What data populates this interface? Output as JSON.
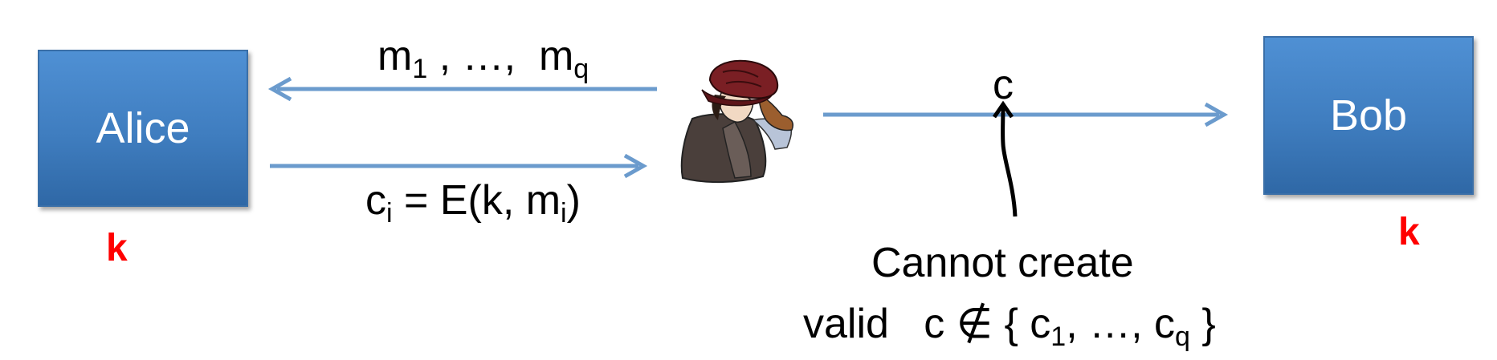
{
  "alice": {
    "label": "Alice",
    "key": "k"
  },
  "bob": {
    "label": "Bob",
    "key": "k"
  },
  "queries": {
    "m_base": "m",
    "m_first_sub": "1",
    "m_middle": " , …,  ",
    "m_last_base": "m",
    "m_last_sub": "q"
  },
  "ciphertexts": {
    "c_base": "c",
    "c_sub": "i",
    "middle": " = E(k, m",
    "m_sub": "i",
    "end": ")"
  },
  "forgery": {
    "label": "c"
  },
  "caption": {
    "line1": "Cannot create",
    "line2_prefix": "valid   c ∉ { c",
    "c1_sub": "1",
    "mid": ", …, c",
    "cq_sub": "q",
    "end": " }"
  },
  "colors": {
    "arrow": "#6b9bcd",
    "box": "#4a8acb",
    "key": "#ff0000"
  },
  "attacker_icon": "attacker-figure"
}
